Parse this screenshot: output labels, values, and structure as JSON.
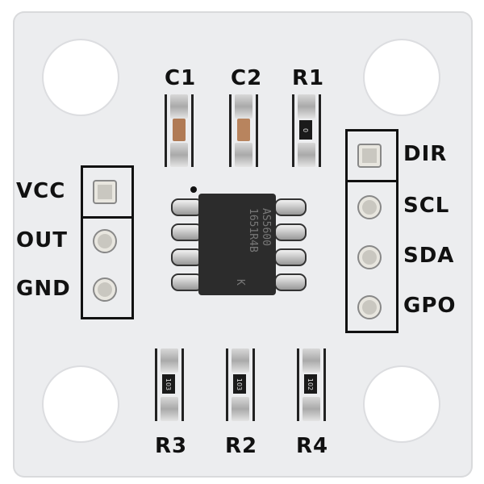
{
  "board": {
    "top_labels": [
      "C1",
      "C2",
      "R1"
    ],
    "bottom_labels": [
      "R3",
      "R2",
      "R4"
    ],
    "left_pins": [
      "VCC",
      "OUT",
      "GND"
    ],
    "right_pins": [
      "DIR",
      "SCL",
      "SDA",
      "GPO"
    ],
    "chip_marking": [
      "AS5600",
      "1651R4B",
      "K"
    ],
    "r1_code": "0",
    "bottom_resistor_codes": [
      "103",
      "103",
      "102"
    ],
    "colors": {
      "board": "#ecedef",
      "silkscreen": "#111111",
      "chip": "#2c2c2c",
      "capacitor": "#b07a55"
    }
  }
}
